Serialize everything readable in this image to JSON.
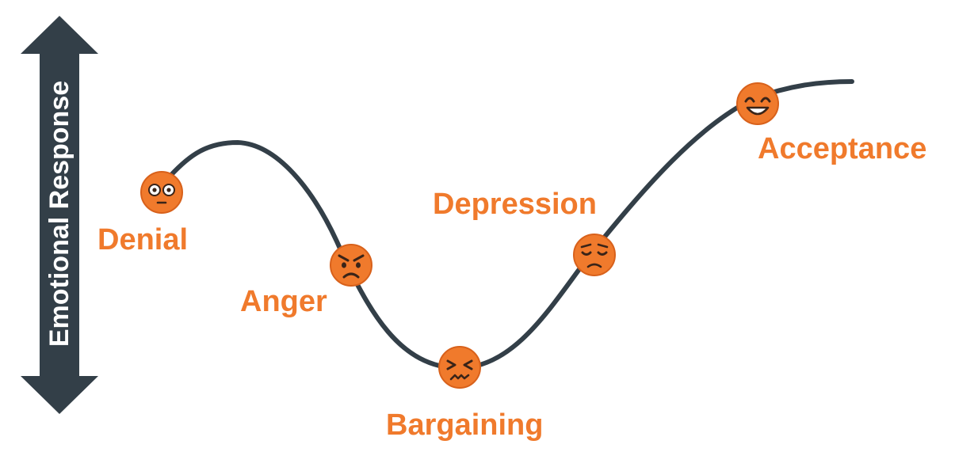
{
  "axis": {
    "label": "Emotional Response"
  },
  "colors": {
    "accent": "#f07a2c",
    "curve": "#333f48",
    "arrow": "#333f48",
    "face_fill": "#f07a2c",
    "face_stroke": "#d8611b",
    "face_features": "#3a2418"
  },
  "stages": [
    {
      "label": "Denial",
      "face_icon": "flushed-face-icon"
    },
    {
      "label": "Anger",
      "face_icon": "angry-face-icon"
    },
    {
      "label": "Bargaining",
      "face_icon": "persevering-face-icon"
    },
    {
      "label": "Depression",
      "face_icon": "unamused-face-icon"
    },
    {
      "label": "Acceptance",
      "face_icon": "smiling-face-icon"
    }
  ]
}
